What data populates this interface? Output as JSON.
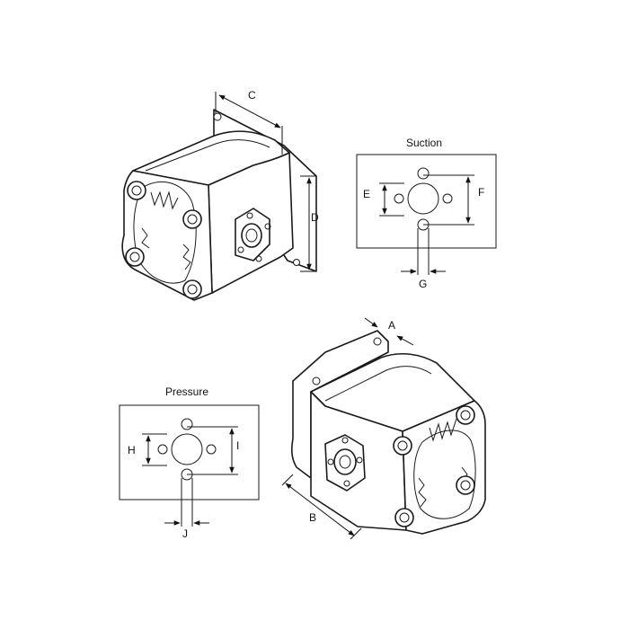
{
  "suction": {
    "title": "Suction",
    "e": "E",
    "f": "F",
    "g": "G"
  },
  "pressure": {
    "title": "Pressure",
    "h": "H",
    "i": "I",
    "j": "J"
  },
  "pump_top": {
    "c": "C",
    "d": "D"
  },
  "pump_bottom": {
    "a": "A",
    "b": "B"
  },
  "colors": {
    "line": "#1a1a1a",
    "background": "#ffffff"
  }
}
